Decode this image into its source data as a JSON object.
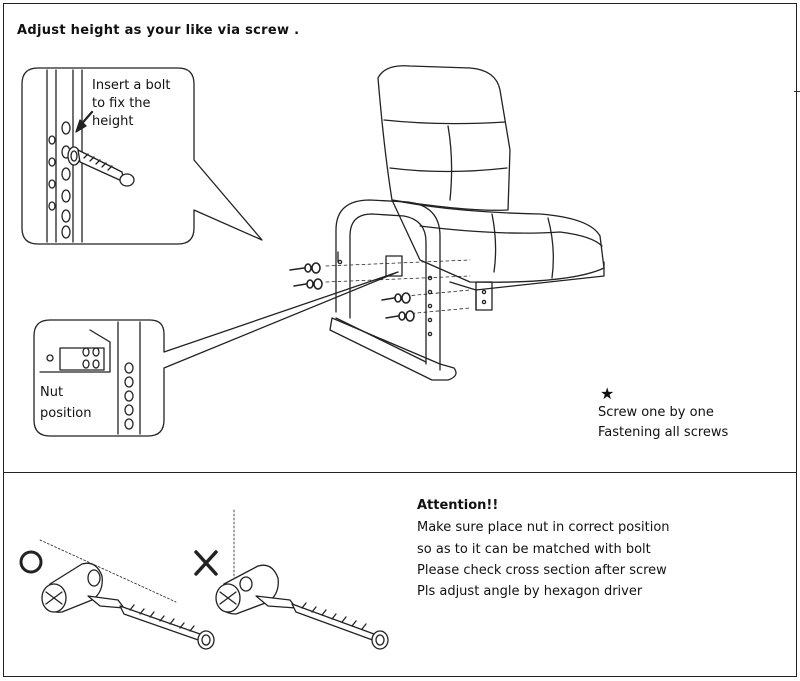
{
  "top": {
    "title": "Adjust  height  as  your like via screw .",
    "bolt_callout": "Insert a bolt\nto fix the\nheight",
    "nut_callout": "Nut\nposition",
    "star": "★",
    "screw_note_1": "Screw one by one",
    "screw_note_2": "Fastening all screws"
  },
  "bottom": {
    "attention_title": "Attention!!",
    "attention_lines": [
      "Make sure place  nut in correct position",
      "so as to it can be  matched with  bolt",
      "Please check cross section after screw",
      "Pls adjust  angle by hexagon driver"
    ],
    "correct_mark": "O",
    "wrong_mark": "X"
  }
}
